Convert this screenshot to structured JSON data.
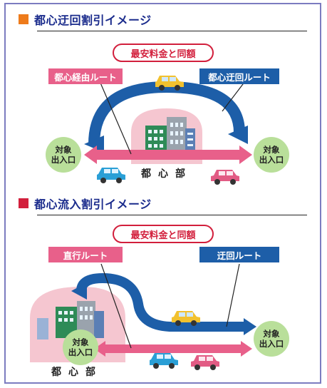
{
  "section1": {
    "title": "都心迂回割引イメージ",
    "title_color": "#ee7b1b",
    "pill": "最安料金と同額",
    "route_direct": "都心経由ルート",
    "route_detour": "都心迂回ルート",
    "exit_left": [
      "対象",
      "出入口"
    ],
    "exit_right": [
      "対象",
      "出入口"
    ],
    "center": "都心部"
  },
  "section2": {
    "title": "都心流入割引イメージ",
    "title_color": "#d21f3c",
    "pill": "最安料金と同額",
    "route_direct": "直行ルート",
    "route_detour": "迂回ルート",
    "exit_center": [
      "対象",
      "出入口"
    ],
    "exit_right": [
      "対象",
      "出入口"
    ],
    "center": "都心部"
  },
  "colors": {
    "frame": "#7c7cc0",
    "blue_route": "#1d5ea8",
    "pink_route": "#e8608a",
    "exit_green": "#b9df9a",
    "downtown_pink": "#f5c6d0"
  }
}
